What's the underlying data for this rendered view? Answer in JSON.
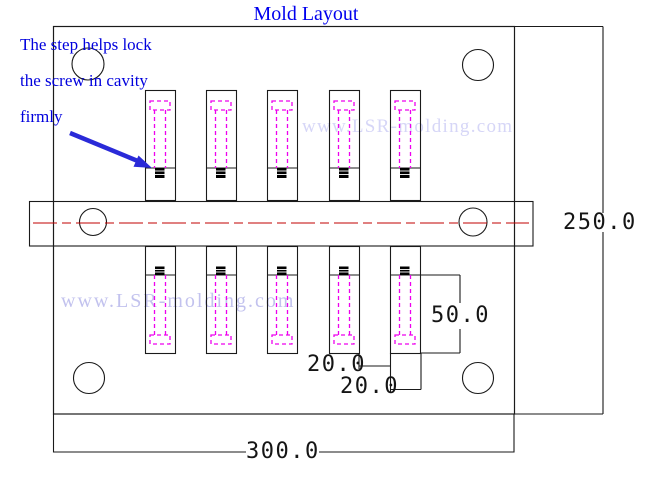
{
  "title": "Mold Layout",
  "annotation": {
    "lines": [
      "The step helps lock",
      "the screw in cavity",
      "firmly"
    ]
  },
  "watermarks": {
    "top": "www.LSR-molding.com",
    "bottom": "www.LSR-molding.com"
  },
  "dimension_labels": {
    "plate_width": "300.0",
    "plate_height": "250.0",
    "cavity_step_to_end": "50.0",
    "cavity_gap": "20.0",
    "cavity_width": "20.0"
  },
  "colors": {
    "drawing_line": "#1a1a1a",
    "cavity_detail": "#ee00ee",
    "centerline": "#c00000",
    "title_text": "#0000ee",
    "annotation_text": "#0000dd",
    "arrow": "#2a2ad8",
    "watermark": "#c9c9f2",
    "dimension_text": "#151515"
  }
}
